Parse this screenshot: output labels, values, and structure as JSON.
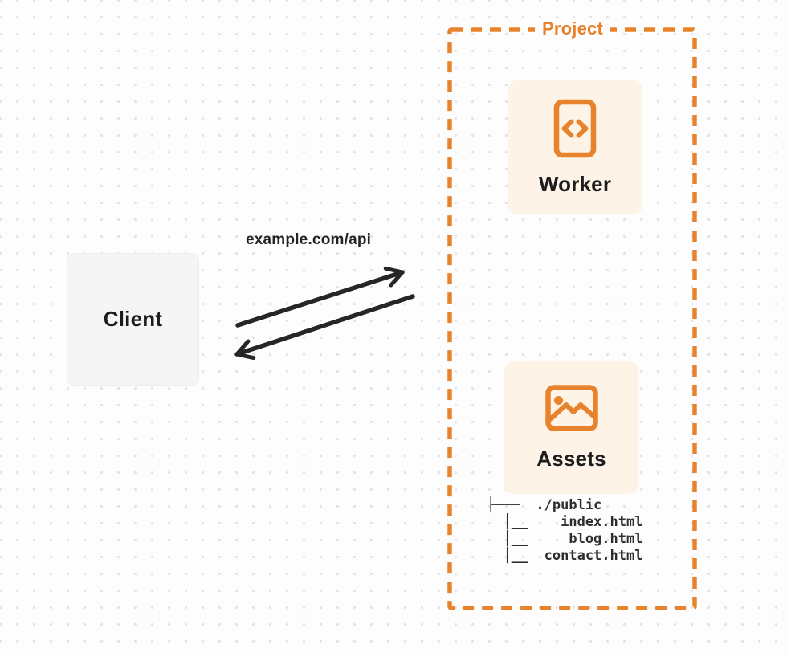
{
  "colors": {
    "accent_orange": "#e8832d",
    "card_cream": "#fdf3e6",
    "client_gray": "#f5f5f6",
    "arrow_dark": "#262626",
    "text_dark": "#1d1d1f",
    "page_background": "#fdfdfd",
    "dot_grid": "#e3e3e7"
  },
  "client": {
    "label": "Client"
  },
  "request": {
    "label": "example.com/api"
  },
  "project": {
    "label": "Project",
    "worker": {
      "label": "Worker",
      "icon": "code-document-icon"
    },
    "assets": {
      "label": "Assets",
      "icon": "image-icon",
      "file_tree": [
        "├───  ./public",
        "  │__    index.html",
        "  │__     blog.html",
        "  │__  contact.html"
      ]
    }
  }
}
